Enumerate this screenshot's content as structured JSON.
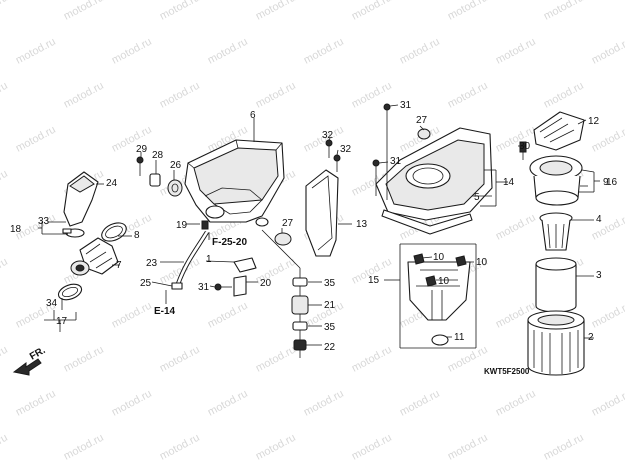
{
  "watermark": "motod.ru",
  "diagram_code": "KWT5F2500",
  "front_arrow_label": "FR.",
  "refs": {
    "f25": "F-25-20",
    "e14": "E-14"
  },
  "callouts": [
    "1",
    "2",
    "3",
    "4",
    "5",
    "6",
    "7",
    "8",
    "9",
    "10",
    "10",
    "10",
    "11",
    "12",
    "13",
    "14",
    "15",
    "16",
    "17",
    "18",
    "19",
    "20",
    "21",
    "22",
    "23",
    "24",
    "25",
    "26",
    "27",
    "27",
    "28",
    "29",
    "30",
    "31",
    "31",
    "31",
    "32",
    "32",
    "33",
    "34",
    "35",
    "35"
  ],
  "colors": {
    "line": "#1a1a1a",
    "watermark": "#d8d8d8",
    "background": "#ffffff"
  }
}
